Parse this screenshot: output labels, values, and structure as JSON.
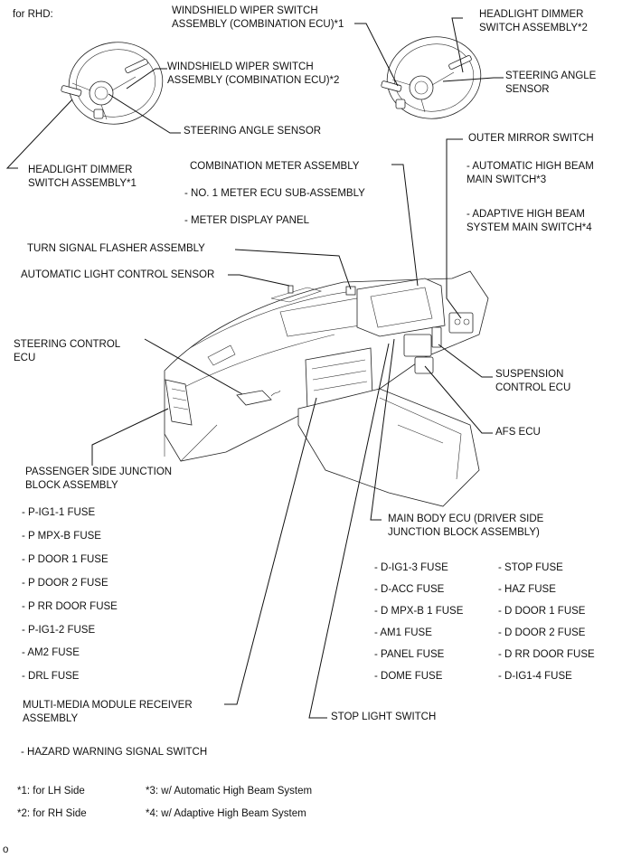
{
  "header": {
    "variant": "for RHD:"
  },
  "labels": {
    "wiper_switch_1": "WINDSHIELD WIPER SWITCH\nASSEMBLY (COMBINATION ECU)*1",
    "wiper_switch_2": "WINDSHIELD WIPER SWITCH\nASSEMBLY (COMBINATION ECU)*2",
    "headlight_dimmer_2": "HEADLIGHT DIMMER\nSWITCH ASSEMBLY*2",
    "steering_angle_sensor_right": "STEERING ANGLE\nSENSOR",
    "steering_angle_sensor_left": "STEERING ANGLE SENSOR",
    "headlight_dimmer_1": "HEADLIGHT DIMMER\nSWITCH ASSEMBLY*1",
    "outer_mirror_switch": "OUTER MIRROR SWITCH",
    "auto_high_beam": "- AUTOMATIC HIGH BEAM\nMAIN SWITCH*3",
    "adaptive_high_beam": "- ADAPTIVE HIGH BEAM\nSYSTEM MAIN SWITCH*4",
    "combination_meter": "COMBINATION METER ASSEMBLY",
    "meter_ecu": "- NO. 1 METER ECU SUB-ASSEMBLY",
    "meter_display": "- METER DISPLAY PANEL",
    "turn_signal_flasher": "TURN SIGNAL FLASHER ASSEMBLY",
    "auto_light_sensor": "AUTOMATIC LIGHT CONTROL SENSOR",
    "steering_control_ecu": "STEERING CONTROL\nECU",
    "suspension_control_ecu": "SUSPENSION\nCONTROL ECU",
    "afs_ecu": "AFS ECU",
    "passenger_jb": "PASSENGER SIDE JUNCTION\nBLOCK ASSEMBLY",
    "main_body_ecu": "MAIN BODY ECU (DRIVER SIDE\nJUNCTION BLOCK ASSEMBLY)",
    "multimedia_receiver": "MULTI-MEDIA MODULE RECEIVER\nASSEMBLY",
    "stop_light_switch": "STOP LIGHT SWITCH",
    "hazard_switch": "- HAZARD WARNING SIGNAL SWITCH"
  },
  "passenger_fuses": [
    "- P-IG1-1 FUSE",
    "- P MPX-B FUSE",
    "- P DOOR 1 FUSE",
    "- P DOOR 2 FUSE",
    "- P RR DOOR FUSE",
    "- P-IG1-2 FUSE",
    "- AM2 FUSE",
    "- DRL FUSE"
  ],
  "driver_fuses_col1": [
    "- D-IG1-3 FUSE",
    "- D-ACC FUSE",
    "- D MPX-B 1 FUSE",
    "- AM1 FUSE",
    "- PANEL FUSE",
    "- DOME FUSE"
  ],
  "driver_fuses_col2": [
    "- STOP FUSE",
    "- HAZ FUSE",
    "- D DOOR 1 FUSE",
    "- D DOOR 2 FUSE",
    "- D RR DOOR FUSE",
    "- D-IG1-4 FUSE"
  ],
  "footnotes": {
    "n1": "*1: for LH Side",
    "n2": "*2: for RH Side",
    "n3": "*3: w/ Automatic High Beam System",
    "n4": "*4: w/ Adaptive High Beam System"
  },
  "corner_mark": "o"
}
